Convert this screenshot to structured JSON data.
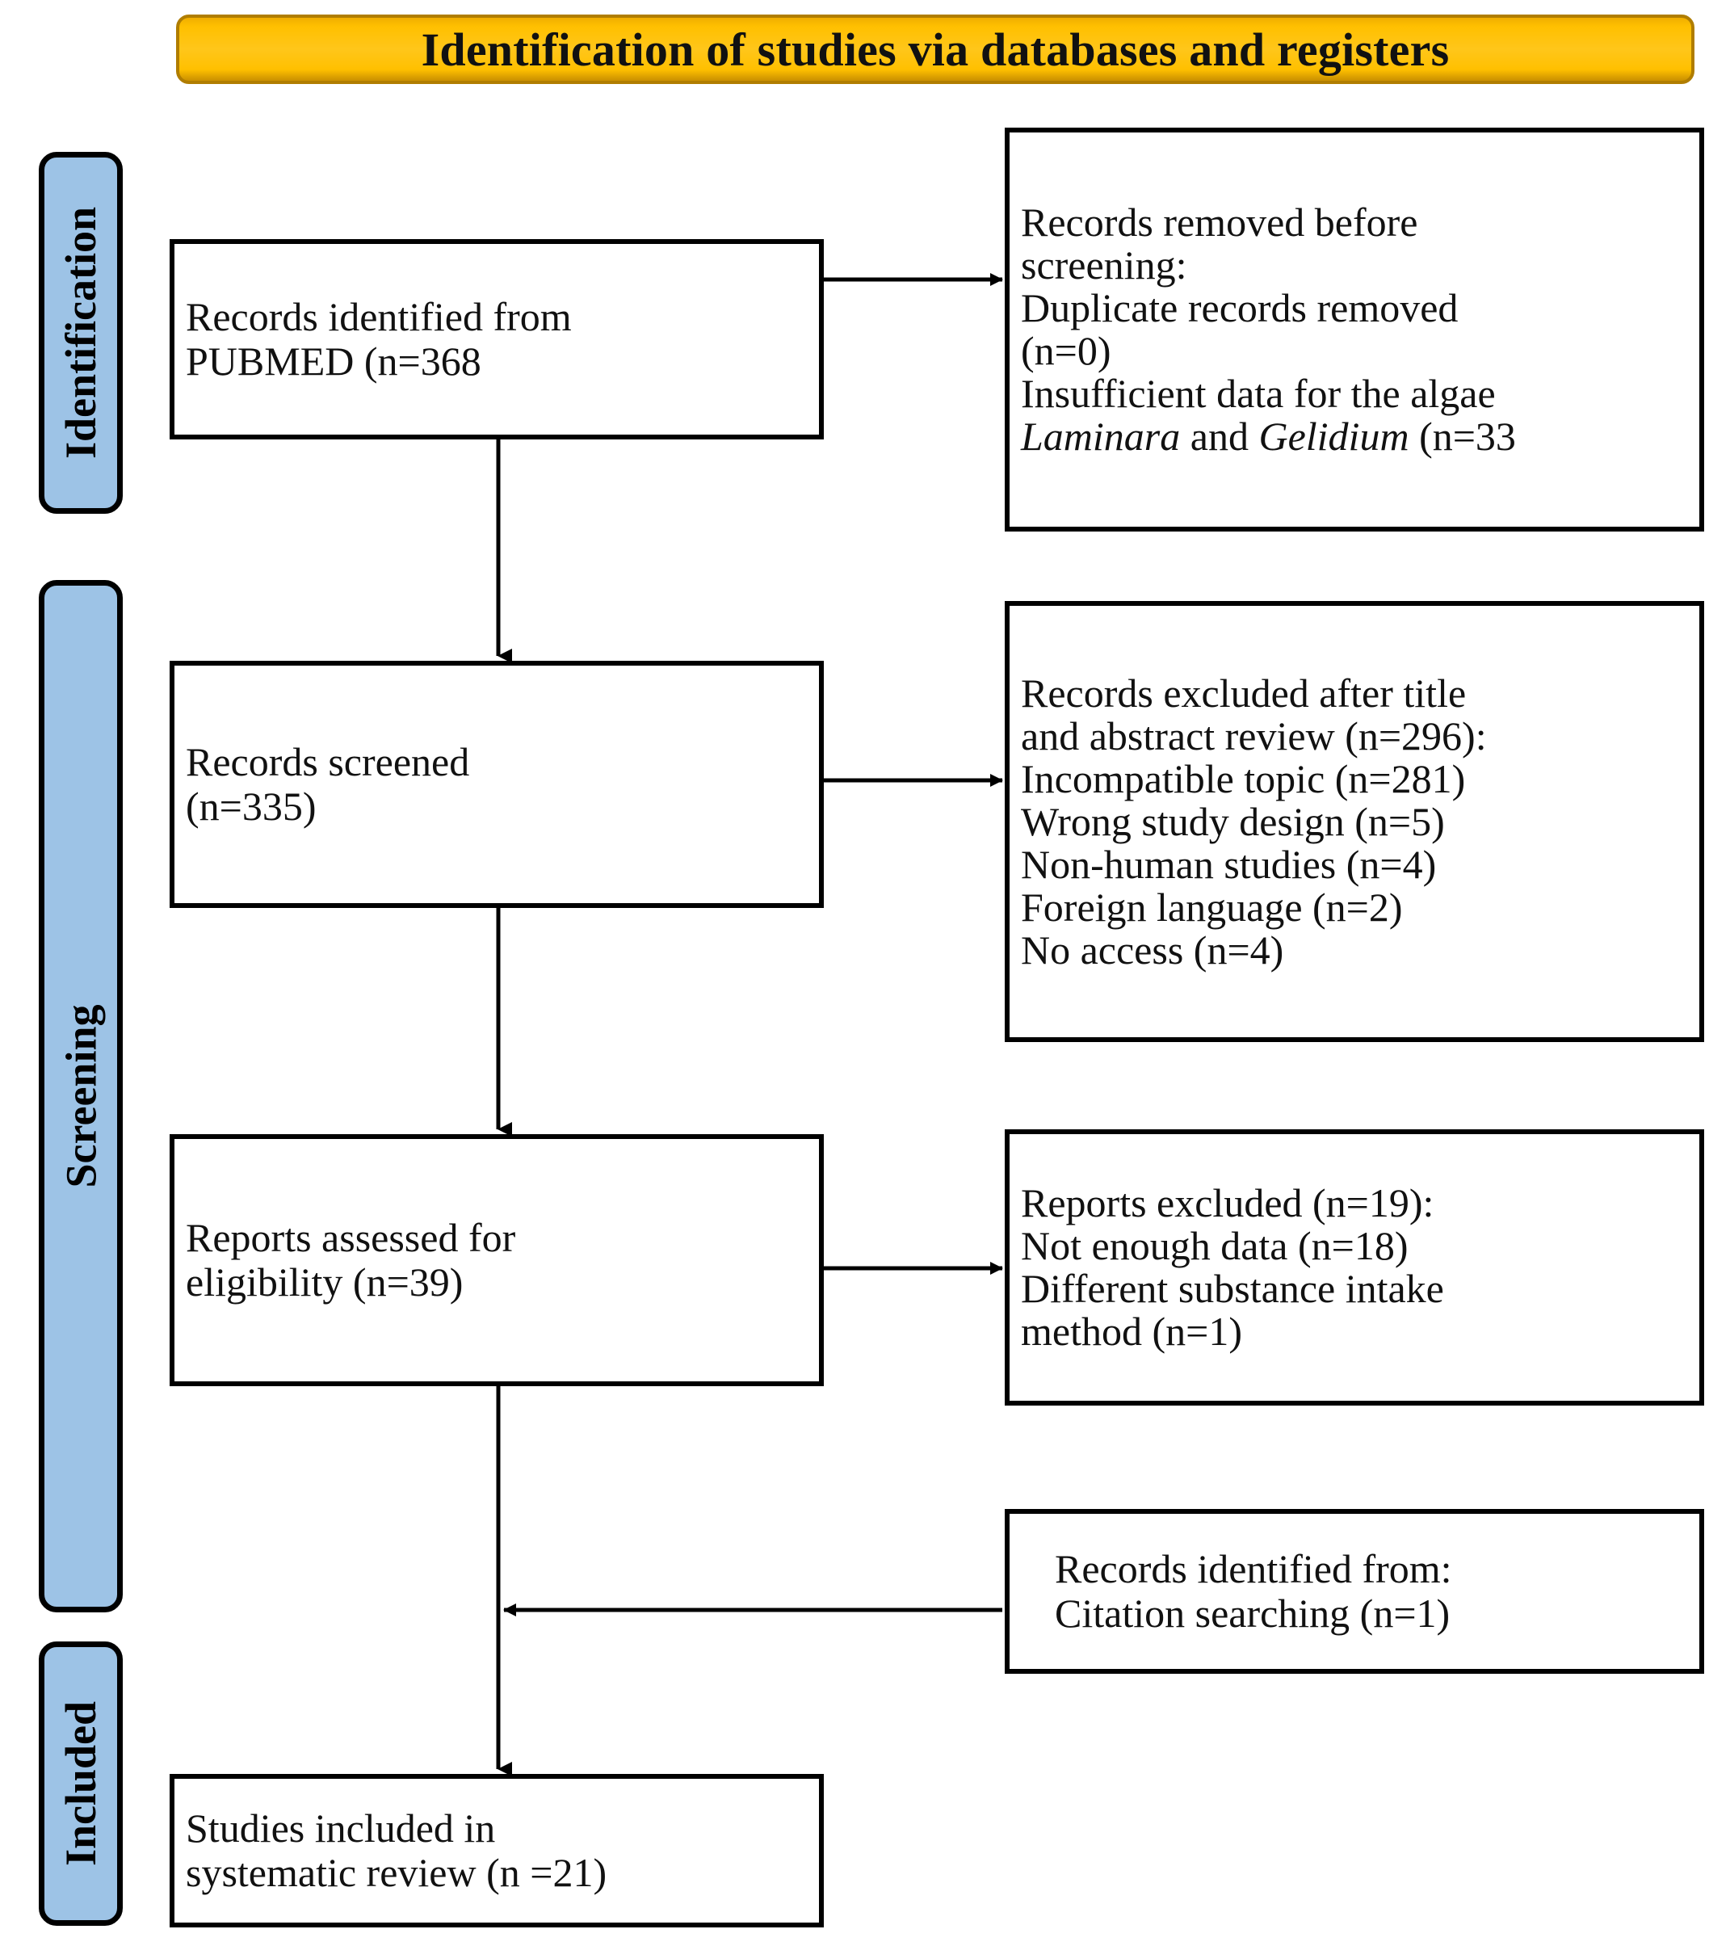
{
  "banner": {
    "title": "Identification of studies via databases and registers",
    "fill_color": "#FFC000",
    "border_color": "#B07D00"
  },
  "stage_labels": {
    "fill_color": "#9DC3E6",
    "border_color": "#000000",
    "items": [
      {
        "id": "identification",
        "label": "Identification"
      },
      {
        "id": "screening",
        "label": "Screening"
      },
      {
        "id": "included",
        "label": "Included"
      }
    ]
  },
  "chart_data": {
    "type": "flowchart",
    "title": "Identification of studies via databases and registers",
    "nodes": [
      {
        "id": "identified",
        "stage": "Identification",
        "column": "left",
        "lines": [
          "Records identified from",
          "PUBMED (n=368"
        ],
        "n": 368
      },
      {
        "id": "removed",
        "stage": "Identification",
        "column": "right",
        "lines": [
          "Records removed before",
          "screening:",
          "Duplicate records removed",
          "(n=0)",
          "Insufficient data for the algae",
          "Laminara and Gelidium (n=33"
        ],
        "counts": {
          "duplicates": 0,
          "insufficient_data": 33
        }
      },
      {
        "id": "screened",
        "stage": "Screening",
        "column": "left",
        "lines": [
          "Records screened",
          "(n=335)"
        ],
        "n": 335
      },
      {
        "id": "excluded_title_abstract",
        "stage": "Screening",
        "column": "right",
        "lines": [
          "Records excluded after title",
          "and abstract review (n=296):",
          "Incompatible topic (n=281)",
          "Wrong study design (n=5)",
          "Non-human studies (n=4)",
          "Foreign language (n=2)",
          "No access (n=4)"
        ],
        "n": 296,
        "reasons": [
          {
            "label": "Incompatible topic",
            "n": 281
          },
          {
            "label": "Wrong study design",
            "n": 5
          },
          {
            "label": "Non-human studies",
            "n": 4
          },
          {
            "label": "Foreign language",
            "n": 2
          },
          {
            "label": "No access",
            "n": 4
          }
        ]
      },
      {
        "id": "eligibility",
        "stage": "Screening",
        "column": "left",
        "lines": [
          "Reports assessed for",
          "eligibility (n=39)"
        ],
        "n": 39
      },
      {
        "id": "reports_excluded",
        "stage": "Screening",
        "column": "right",
        "lines": [
          "Reports excluded (n=19):",
          "Not enough data (n=18)",
          "Different substance intake",
          "method (n=1)"
        ],
        "n": 19,
        "reasons": [
          {
            "label": "Not enough data",
            "n": 18
          },
          {
            "label": "Different substance intake method",
            "n": 1
          }
        ]
      },
      {
        "id": "citation_searching",
        "stage": "Screening",
        "column": "right",
        "lines": [
          "Records identified from:",
          "Citation searching (n=1)"
        ],
        "n": 1
      },
      {
        "id": "included",
        "stage": "Included",
        "column": "left",
        "lines": [
          "Studies included in",
          "systematic review (n =21)"
        ],
        "n": 21
      }
    ],
    "edges": [
      {
        "from": "identified",
        "to": "removed",
        "direction": "right"
      },
      {
        "from": "identified",
        "to": "screened",
        "direction": "down"
      },
      {
        "from": "screened",
        "to": "excluded_title_abstract",
        "direction": "right"
      },
      {
        "from": "screened",
        "to": "eligibility",
        "direction": "down"
      },
      {
        "from": "eligibility",
        "to": "reports_excluded",
        "direction": "right"
      },
      {
        "from": "citation_searching",
        "to": "included",
        "direction": "left"
      },
      {
        "from": "eligibility",
        "to": "included",
        "direction": "down"
      }
    ]
  },
  "boxes": {
    "identified": {
      "line1": "Records identified from",
      "line2": "PUBMED (n=368"
    },
    "removed": {
      "line1": "Records removed before",
      "line2": "screening:",
      "line3": "Duplicate records removed",
      "line4": "(n=0)",
      "line5": "Insufficient data for the algae",
      "line6a": "Laminara",
      "line6b": " and ",
      "line6c": "Gelidium",
      "line6d": " (n=33"
    },
    "screened": {
      "line1": "Records screened",
      "line2": "(n=335)"
    },
    "excluded1": {
      "line1": "Records excluded after title",
      "line2": "and abstract review (n=296):",
      "line3": "Incompatible topic (n=281)",
      "line4": "Wrong study design (n=5)",
      "line5": "Non-human studies (n=4)",
      "line6": "Foreign language (n=2)",
      "line7": "No access (n=4)"
    },
    "eligibility": {
      "line1": "Reports assessed for",
      "line2": "eligibility (n=39)"
    },
    "excluded2": {
      "line1": "Reports excluded (n=19):",
      "line2": "Not enough data (n=18)",
      "line3": "Different substance intake",
      "line4": "method (n=1)"
    },
    "citation": {
      "line1": "Records identified from:",
      "line2": "Citation searching (n=1)"
    },
    "included": {
      "line1": "Studies included in",
      "line2": "systematic review (n =21)"
    }
  }
}
